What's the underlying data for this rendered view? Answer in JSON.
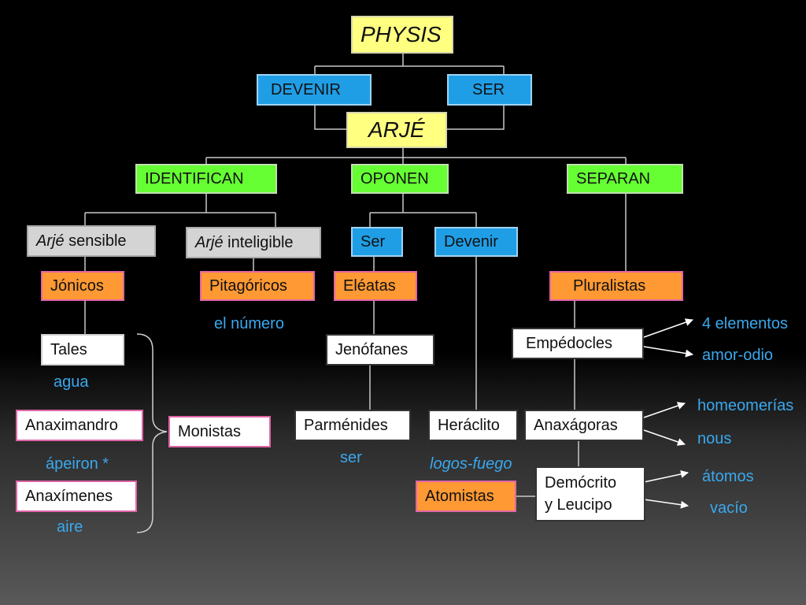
{
  "diagram": {
    "root": "PHYSIS",
    "devenir_top": "DEVENIR",
    "ser_top": "SER",
    "arje": "ARJÉ",
    "identifican": "IDENTIFICAN",
    "oponen": "OPONEN",
    "separan": "SEPARAN",
    "arje_sensible_em": "Arjé",
    "arje_sensible_rest": " sensible",
    "arje_inteligible_em": "Arjé",
    "arje_inteligible_rest": " inteligible",
    "ser": "Ser",
    "devenir": "Devenir",
    "jonicos": "Jónicos",
    "pitagoricos": "Pitagóricos",
    "eleatas": "Eléatas",
    "pluralistas": "Pluralistas",
    "tales": "Tales",
    "anaximandro": "Anaximandro",
    "anaximenes": "Anaxímenes",
    "monistas": "Monistas",
    "jenofanes": "Jenófanes",
    "parmenides": "Parménides",
    "heraclito": "Heráclito",
    "empedocles": "Empédocles",
    "anaxagoras": "Anaxágoras",
    "democrito_line1": "Demócrito",
    "democrito_line2": "y Leucipo",
    "atomistas": "Atomistas"
  },
  "labels": {
    "el_numero": "el número",
    "agua": "agua",
    "apeiron": "ápeiron *",
    "aire": "aire",
    "ser_lower": "ser",
    "logos_fuego": "logos-fuego",
    "cuatro_elementos": "4 elementos",
    "amor_odio": "amor-odio",
    "homeomerias": "homeomerías",
    "nous": "nous",
    "atomos": "átomos",
    "vacio": "vacío"
  },
  "colors": {
    "yellow": "#ffff80",
    "blue": "#1f9ee6",
    "green": "#66ff33",
    "gray": "#d4d4d4",
    "orange": "#ff9933",
    "label_blue": "#3aa8ee",
    "connector": "#c8c8c8"
  }
}
